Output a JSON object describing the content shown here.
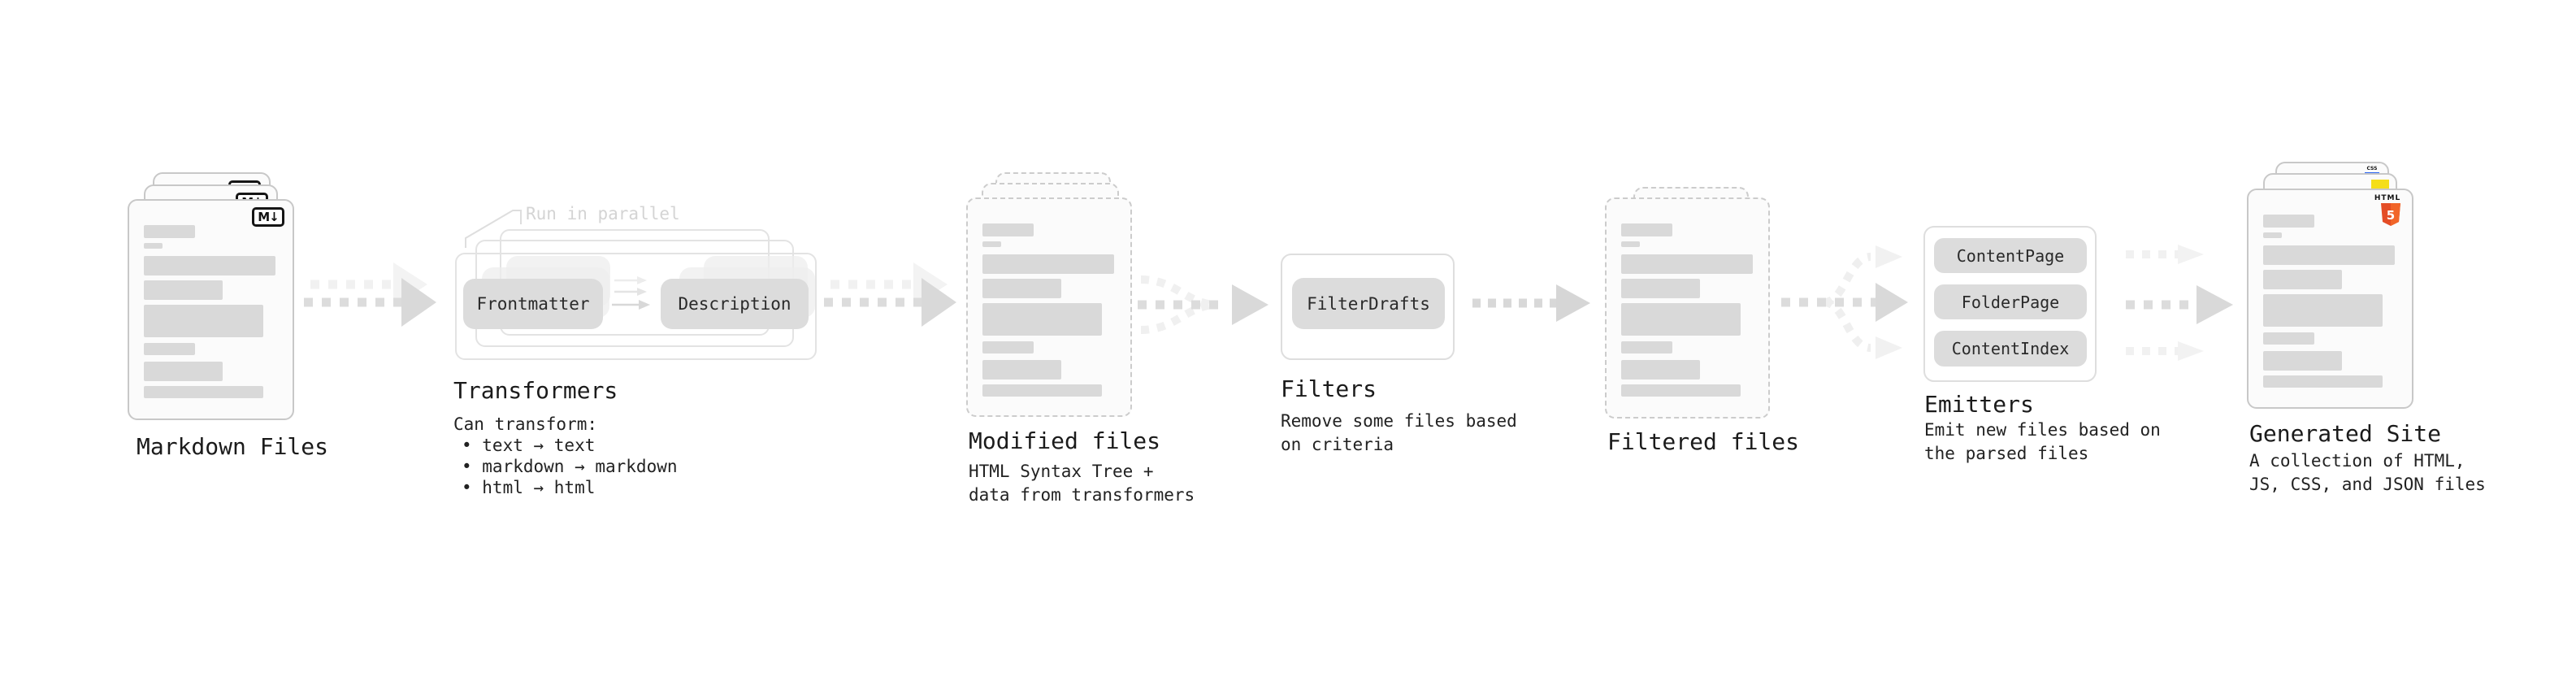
{
  "diagram": {
    "markdown": {
      "title": "Markdown Files"
    },
    "transformers": {
      "title": "Transformers",
      "note": "Run in parallel",
      "pill_left": "Frontmatter",
      "pill_right": "Description",
      "desc_heading": "Can transform:",
      "bullets": [
        "• text → text",
        "• markdown → markdown",
        "• html → html"
      ]
    },
    "modified": {
      "title": "Modified files",
      "subtitle": "HTML Syntax Tree +\ndata from transformers"
    },
    "filters": {
      "title": "Filters",
      "pill": "FilterDrafts",
      "subtitle": "Remove some files based\non criteria"
    },
    "filtered": {
      "title": "Filtered files"
    },
    "emitters": {
      "title": "Emitters",
      "pills": [
        "ContentPage",
        "FolderPage",
        "ContentIndex"
      ],
      "subtitle": "Emit new files based on\nthe parsed files"
    },
    "generated": {
      "title": "Generated Site",
      "subtitle": "A collection of HTML,\nJS, CSS, and JSON files"
    }
  },
  "icons": {
    "markdown_badge": "M↓",
    "html5_label": "HTML",
    "html5_number": "5",
    "css_label": "CSS"
  },
  "colors": {
    "html5_orange": "#e44d26",
    "html5_orange_light": "#f16529",
    "js_yellow": "#f5de19",
    "css_blue": "#2964f1",
    "pill_gray": "#dcdcdc",
    "doc_line_gray": "#d9d9d9",
    "arrow_gray": "#dcdcdc",
    "arrow_light_gray": "#f1f1f1"
  }
}
